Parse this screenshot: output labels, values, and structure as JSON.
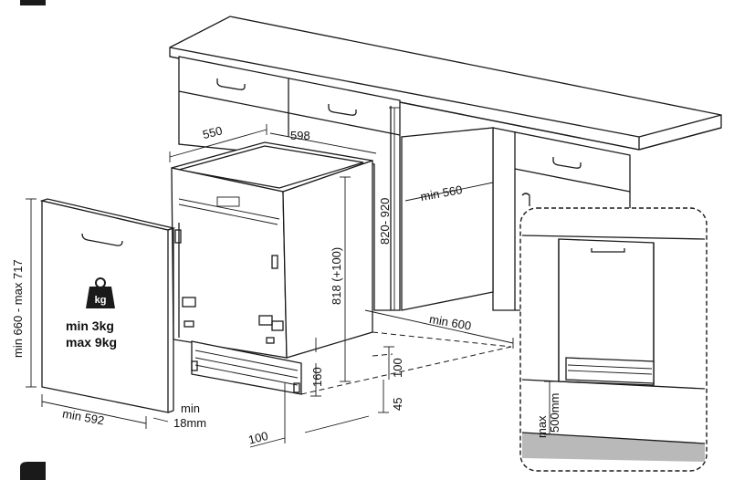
{
  "dimensions": {
    "top_depth": "550",
    "top_width": "598",
    "cabinet_gap": "min 560",
    "height_range": "820- 920",
    "body_height": "818 (+100)",
    "floor_depth": "min 600",
    "plinth_height": "160",
    "plinth_gap": "100",
    "plinth_setback": "45",
    "bottom_depth": "100",
    "panel_height": "min 660 - max 717",
    "panel_width": "min 592",
    "panel_thickness_min": "min",
    "panel_thickness_val": "18mm",
    "inset_max": "max",
    "inset_val": "500mm"
  },
  "weight": {
    "icon_text": "kg",
    "min_line": "min  3kg",
    "max_line": "max 9kg"
  },
  "icons": [
    "weight-icon",
    "dishwasher-icon"
  ]
}
